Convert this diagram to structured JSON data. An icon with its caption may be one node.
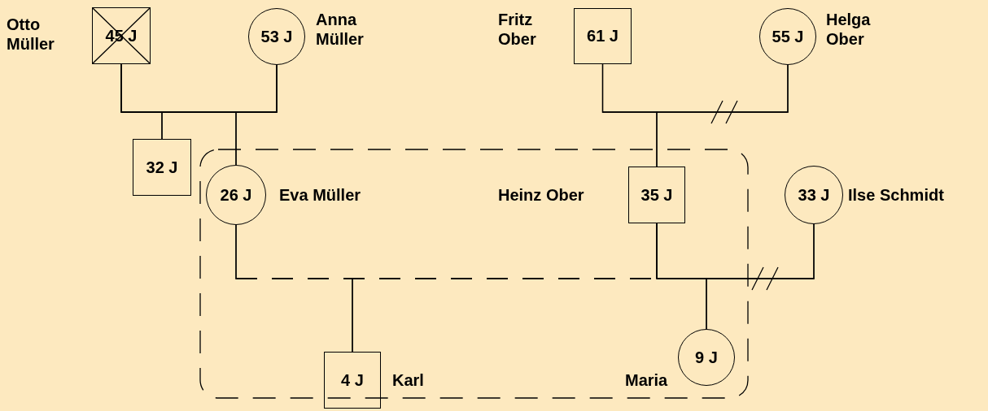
{
  "diagram": {
    "nodes": [
      {
        "text": [
          "45 J"
        ],
        "beside": [
          "Otto Müller"
        ]
      },
      {
        "text": [
          "53 J"
        ],
        "beside": [
          "Anna Müller"
        ]
      },
      {
        "text": [
          "61 J"
        ],
        "beside": [
          "Fritz Ober"
        ]
      },
      {
        "text": [
          "55 J"
        ],
        "beside": [
          "Helga Ober"
        ]
      },
      {
        "text": [],
        "shape": "box"
      },
      {
        "text": [
          "32 J"
        ]
      },
      {
        "text": [
          "26 J"
        ],
        "beside": [
          "Eva Müller"
        ],
        "in": 4
      },
      {
        "text": [
          "35 J"
        ],
        "beside": [
          "Heinz Ober"
        ],
        "in": 4
      },
      {
        "text": [
          "33 J"
        ],
        "beside": [
          "Ilse Schmidt"
        ]
      },
      {
        "text": [
          "4 J"
        ],
        "beside": [
          "Karl"
        ],
        "in": 4
      },
      {
        "text": [
          "9 J"
        ],
        "beside": [
          "Maria"
        ],
        "in": 4
      }
    ],
    "edges": [
      {
        "from": 0,
        "to": 1,
        "arrow": "none"
      },
      {
        "from": 2,
        "to": 3,
        "arrow": "none"
      },
      {
        "from": 0,
        "to": 5,
        "arrow": "none"
      },
      {
        "from": 1,
        "to": 5,
        "arrow": "none"
      },
      {
        "from": 0,
        "to": 6,
        "arrow": "none"
      },
      {
        "from": 1,
        "to": 6,
        "arrow": "none"
      },
      {
        "from": 2,
        "to": 7,
        "arrow": "none"
      },
      {
        "from": 3,
        "to": 7,
        "arrow": "none"
      },
      {
        "from": 6,
        "to": 7,
        "arrow": "none",
        "style": "dashed"
      },
      {
        "from": 7,
        "to": 8,
        "arrow": "none"
      },
      {
        "from": 6,
        "to": 9,
        "arrow": "none",
        "style": "dashed"
      },
      {
        "from": 7,
        "to": 9,
        "arrow": "none",
        "style": "dashed"
      },
      {
        "from": 7,
        "to": 10,
        "arrow": "none"
      },
      {
        "from": 8,
        "to": 10,
        "arrow": "none"
      }
    ]
  }
}
